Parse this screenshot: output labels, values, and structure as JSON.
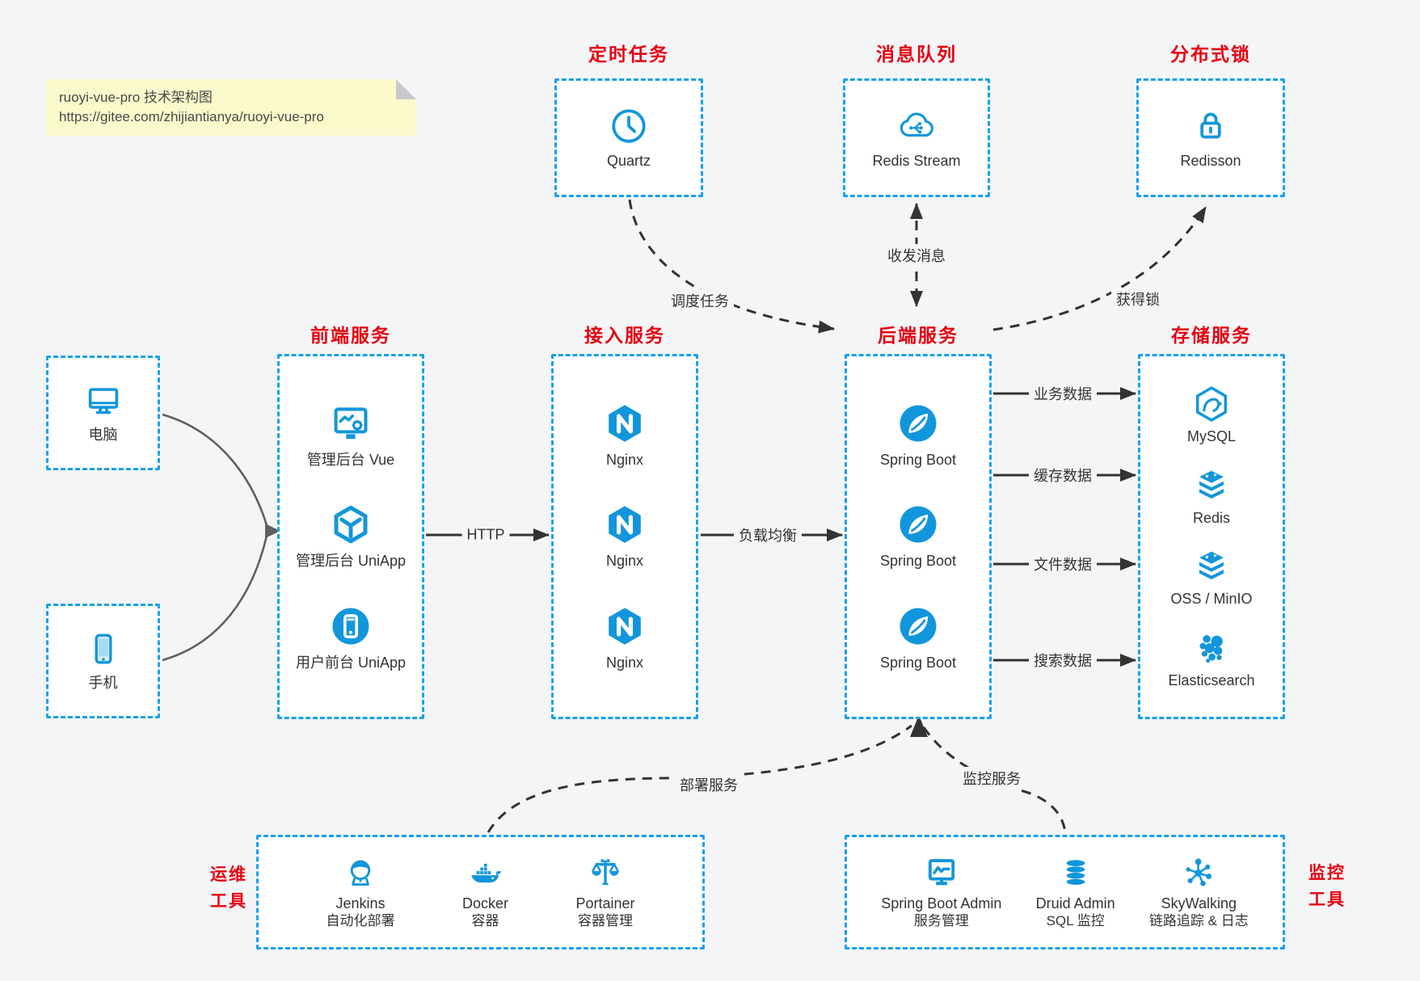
{
  "note": {
    "title": "ruoyi-vue-pro 技术架构图",
    "url": "https://gitee.com/zhijiantianya/ruoyi-vue-pro"
  },
  "colors": {
    "background": "#f4f5f6",
    "box_border_blue": "#18a0ef",
    "icon_blue": "#1296db",
    "title_red": "#e60012",
    "arrow_dark": "#333333",
    "client_arrow_gray": "#5f5f5f",
    "note_yellow": "#fbf8cc"
  },
  "top_groups": [
    {
      "title": "定时任务",
      "item": {
        "label": "Quartz",
        "icon": "clock-icon"
      }
    },
    {
      "title": "消息队列",
      "item": {
        "label": "Redis Stream",
        "icon": "cloud-network-icon"
      }
    },
    {
      "title": "分布式锁",
      "item": {
        "label": "Redisson",
        "icon": "lock-icon"
      }
    }
  ],
  "clients": [
    {
      "label": "电脑",
      "icon": "desktop-icon"
    },
    {
      "label": "手机",
      "icon": "phone-icon"
    }
  ],
  "main_groups": [
    {
      "title": "前端服务",
      "items": [
        {
          "label": "管理后台 Vue",
          "icon": "admin-vue-icon"
        },
        {
          "label": "管理后台 UniApp",
          "icon": "uniapp-cube-icon"
        },
        {
          "label": "用户前台 UniApp",
          "icon": "user-uniapp-icon"
        }
      ]
    },
    {
      "title": "接入服务",
      "items": [
        {
          "label": "Nginx",
          "icon": "nginx-icon"
        },
        {
          "label": "Nginx",
          "icon": "nginx-icon"
        },
        {
          "label": "Nginx",
          "icon": "nginx-icon"
        }
      ]
    },
    {
      "title": "后端服务",
      "items": [
        {
          "label": "Spring Boot",
          "icon": "spring-boot-icon"
        },
        {
          "label": "Spring Boot",
          "icon": "spring-boot-icon"
        },
        {
          "label": "Spring Boot",
          "icon": "spring-boot-icon"
        }
      ]
    },
    {
      "title": "存储服务",
      "items": [
        {
          "label": "MySQL",
          "icon": "mysql-icon"
        },
        {
          "label": "Redis",
          "icon": "redis-icon"
        },
        {
          "label": "OSS / MinIO",
          "icon": "storage-stack-icon"
        },
        {
          "label": "Elasticsearch",
          "icon": "elasticsearch-icon"
        }
      ]
    }
  ],
  "bottom_groups": [
    {
      "side_label": [
        "运维",
        "工具"
      ],
      "items": [
        {
          "label": "Jenkins",
          "sub": "自动化部署",
          "icon": "jenkins-icon"
        },
        {
          "label": "Docker",
          "sub": "容器",
          "icon": "docker-icon"
        },
        {
          "label": "Portainer",
          "sub": "容器管理",
          "icon": "portainer-icon"
        }
      ]
    },
    {
      "side_label": [
        "监控",
        "工具"
      ],
      "items": [
        {
          "label": "Spring Boot Admin",
          "sub": "服务管理",
          "icon": "springboot-admin-icon"
        },
        {
          "label": "Druid Admin",
          "sub": "SQL 监控",
          "icon": "druid-database-icon"
        },
        {
          "label": "SkyWalking",
          "sub": "链路追踪 & 日志",
          "icon": "skywalking-icon"
        }
      ]
    }
  ],
  "edges": {
    "http": "HTTP",
    "load_balance": "负载均衡",
    "business_data": "业务数据",
    "cache_data": "缓存数据",
    "file_data": "文件数据",
    "search_data": "搜索数据",
    "schedule_task": "调度任务",
    "send_receive_message": "收发消息",
    "acquire_lock": "获得锁",
    "deploy_service": "部署服务",
    "monitor_service": "监控服务"
  }
}
